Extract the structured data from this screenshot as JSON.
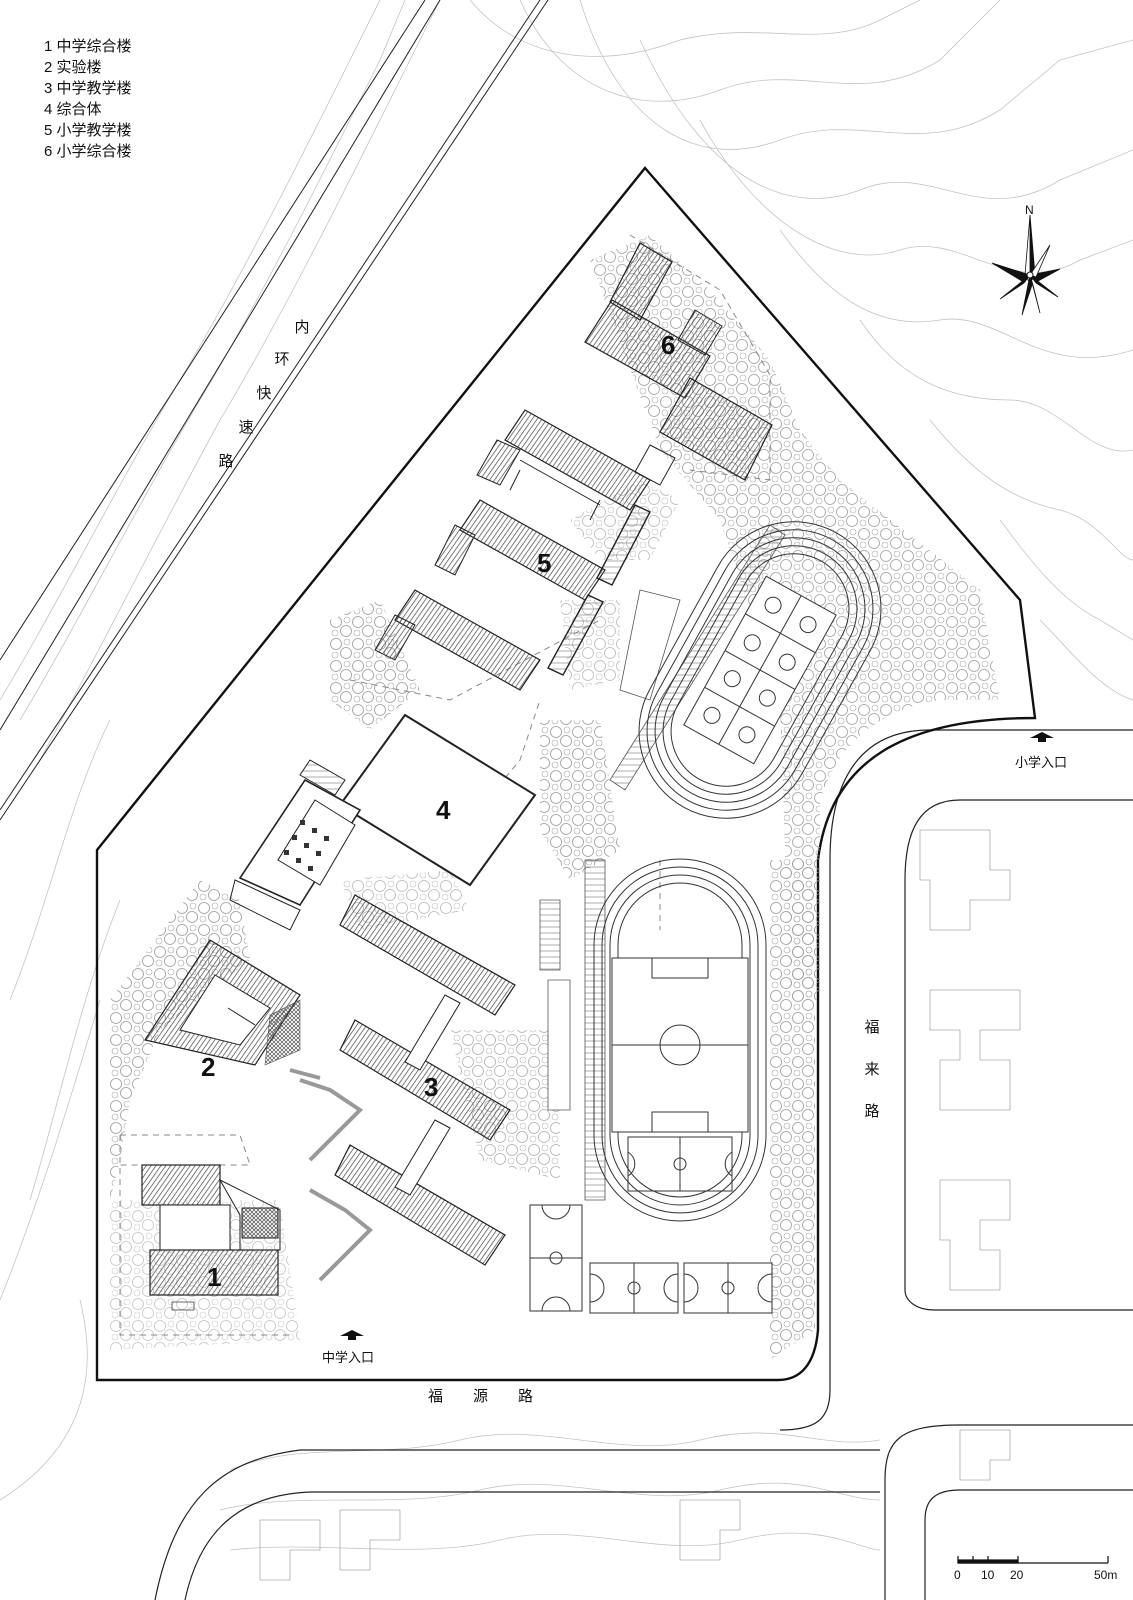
{
  "legend": [
    "1 中学综合楼",
    "2 实验楼",
    "3 中学教学楼",
    "4  综合体",
    "5 小学教学楼",
    "6 小学综合楼"
  ],
  "roads": {
    "expressway": [
      "内",
      "环",
      "快",
      "速",
      "路"
    ],
    "fuyuan": "福　　源　　路",
    "fulai": [
      "福",
      "来",
      "路"
    ]
  },
  "entrances": {
    "middle_school": "中学入口",
    "primary_school": "小学入口"
  },
  "buildings": {
    "b1": "1",
    "b2": "2",
    "b3": "3",
    "b4": "4",
    "b5": "5",
    "b6": "6"
  },
  "north": "N",
  "scale": {
    "labels": [
      "0",
      "10",
      "20",
      "50m"
    ]
  },
  "colors": {
    "line": "#222222",
    "tree": "#9a9a9a",
    "contour": "#bdbdbd",
    "hatch": "#555555"
  }
}
